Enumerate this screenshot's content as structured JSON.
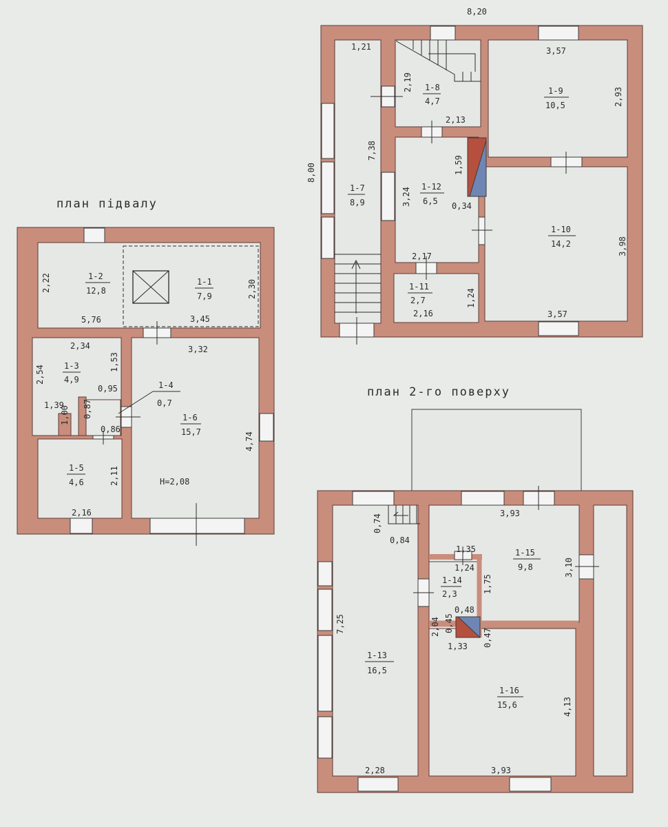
{
  "titles": {
    "basement": "план підвалу",
    "first": "",
    "second": "план 2-го поверху"
  },
  "basement": {
    "rooms": {
      "r1_1": {
        "id": "1-1",
        "area": "7,9"
      },
      "r1_2": {
        "id": "1-2",
        "area": "12,8"
      },
      "r1_3": {
        "id": "1-3",
        "area": "4,9"
      },
      "r1_4": {
        "id": "1-4",
        "area": "0,7"
      },
      "r1_5": {
        "id": "1-5",
        "area": "4,6"
      },
      "r1_6": {
        "id": "1-6",
        "area": "15,7"
      }
    },
    "dims": {
      "d222": "2,22",
      "d576": "5,76",
      "d230": "2,30",
      "d345": "3,45",
      "d234": "2,34",
      "d153": "1,53",
      "d254": "2,54",
      "d332": "3,32",
      "d095": "0,95",
      "d139": "1,39",
      "d100": "1,00",
      "d087": "0,87",
      "d086": "0,86",
      "d474": "4,74",
      "d211": "2,11",
      "d216": "2,16",
      "height": "H=2,08"
    }
  },
  "first": {
    "rooms": {
      "r1_7": {
        "id": "1-7",
        "area": "8,9"
      },
      "r1_8": {
        "id": "1-8",
        "area": "4,7"
      },
      "r1_9": {
        "id": "1-9",
        "area": "10,5"
      },
      "r1_10": {
        "id": "1-10",
        "area": "14,2"
      },
      "r1_11": {
        "id": "1-11",
        "area": "2,7"
      },
      "r1_12": {
        "id": "1-12",
        "area": "6,5"
      }
    },
    "dims": {
      "d820": "8,20",
      "d800": "8,00",
      "d121": "1,21",
      "d219": "2,19",
      "d357a": "3,57",
      "d293": "2,93",
      "d213": "2,13",
      "d738": "7,38",
      "d159": "1,59",
      "d324": "3,24",
      "d034": "0,34",
      "d398": "3,98",
      "d217": "2,17",
      "d124": "1,24",
      "d216": "2,16",
      "d357b": "3,57"
    }
  },
  "second": {
    "rooms": {
      "r1_13": {
        "id": "1-13",
        "area": "16,5"
      },
      "r1_14": {
        "id": "1-14",
        "area": "2,3"
      },
      "r1_15": {
        "id": "1-15",
        "area": "9,8"
      },
      "r1_16": {
        "id": "1-16",
        "area": "15,6"
      }
    },
    "dims": {
      "d074": "0,74",
      "d084": "0,84",
      "d393a": "3,93",
      "d135": "1,35",
      "d124": "1,24",
      "d175": "1,75",
      "d310": "3,10",
      "d725": "7,25",
      "d048": "0,48",
      "d204": "2,04",
      "d045": "0,45",
      "d047": "0,47",
      "d133": "1,33",
      "d413": "4,13",
      "d228": "2,28",
      "d393b": "3,93"
    }
  },
  "colors": {
    "wall": "#c98d7c",
    "floor": "#e6e8e6",
    "stair_triangle_red": "#b5503e",
    "stair_triangle_blue": "#6f86b5"
  }
}
